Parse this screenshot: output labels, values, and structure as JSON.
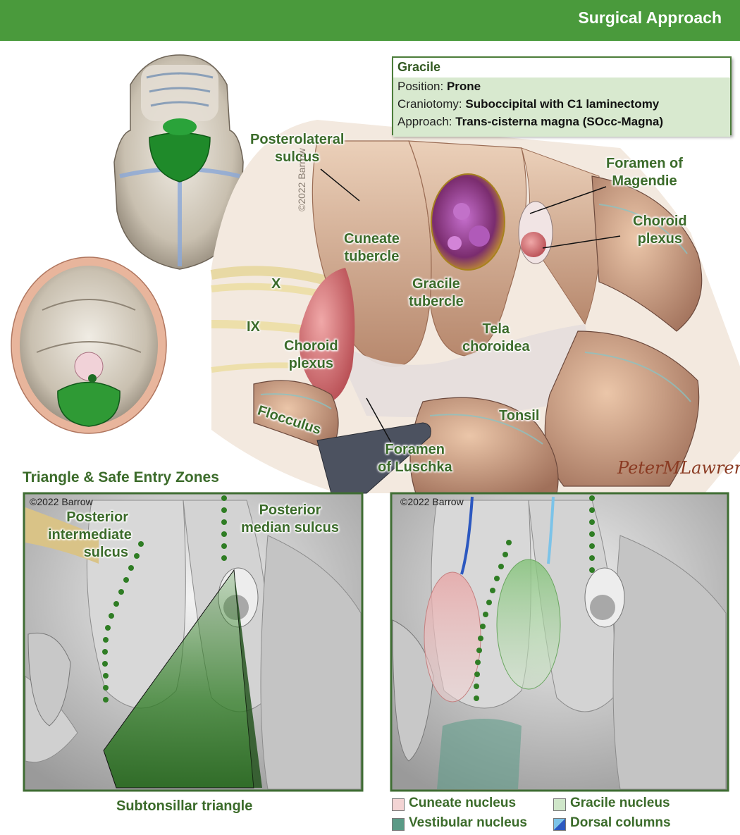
{
  "header": {
    "title": "Surgical Approach"
  },
  "infobox": {
    "title": "Gracile",
    "rows": [
      {
        "label": "Position: ",
        "value": "Prone"
      },
      {
        "label": "Craniotomy: ",
        "value": "Suboccipital with C1 laminectomy"
      },
      {
        "label": "Approach: ",
        "value": "Trans-cisterna magna (SOcc-Magna)"
      }
    ]
  },
  "labels": {
    "posterolateral_sulcus": [
      "Posterolateral",
      "sulcus"
    ],
    "foramen_magendie": [
      "Foramen of",
      "Magendie"
    ],
    "choroid_plexus_right": [
      "Choroid",
      "plexus"
    ],
    "cuneate_tubercle": [
      "Cuneate",
      "tubercle"
    ],
    "gracile_tubercle": [
      "Gracile",
      "tubercle"
    ],
    "nerve_x": "X",
    "nerve_ix": "IX",
    "choroid_plexus_left": [
      "Choroid",
      "plexus"
    ],
    "tela_choroidea": [
      "Tela",
      "choroidea"
    ],
    "flocculus": "Flocculus",
    "tonsil": "Tonsil",
    "foramen_luschka": [
      "Foramen",
      "of Luschka"
    ]
  },
  "top_art_copyright": "©2022 Barrow",
  "signature": "PeterMLawrence",
  "section_title": "Triangle & Safe Entry Zones",
  "left_panel": {
    "copyright": "©2022 Barrow",
    "posterior_intermediate_sulcus": [
      "Posterior",
      "intermediate",
      "sulcus"
    ],
    "posterior_median_sulcus": [
      "Posterior",
      "median sulcus"
    ],
    "caption": "Subtonsillar triangle"
  },
  "right_panel": {
    "copyright": "©2022 Barrow"
  },
  "legend": [
    {
      "label": "Cuneate nucleus",
      "color": "#f3d4d4"
    },
    {
      "label": "Gracile nucleus",
      "color": "#cfe6c9"
    },
    {
      "label": "Vestibular nucleus",
      "color": "#5a9a86"
    },
    {
      "label": "Dorsal columns",
      "color": "#3d72c8"
    }
  ],
  "colors": {
    "header": "#4a9a3c",
    "label_green": "#3b6b2a",
    "overlay_green": "#2f7d24"
  }
}
